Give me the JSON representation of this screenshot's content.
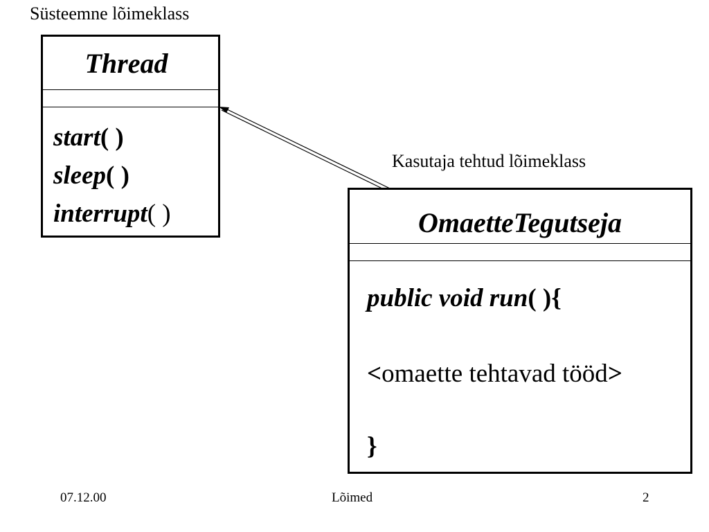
{
  "system_label": "Süsteemne lõimeklass",
  "user_label": "Kasutaja tehtud lõimeklass",
  "thread_class": {
    "name": "Thread",
    "methods": [
      {
        "name": "start",
        "parens": "( )"
      },
      {
        "name": "sleep",
        "parens": "( )"
      },
      {
        "name": "interrupt",
        "parens": "( )"
      }
    ]
  },
  "user_class": {
    "name": "OmaetteTegutseja",
    "code": {
      "signature": "public void run",
      "open": "( ){",
      "lt": "<",
      "body": "omaette tehtavad tööd",
      "gt": ">",
      "close": "}"
    }
  },
  "footer": {
    "date": "07.12.00",
    "title": "Lõimed",
    "page": "2"
  }
}
